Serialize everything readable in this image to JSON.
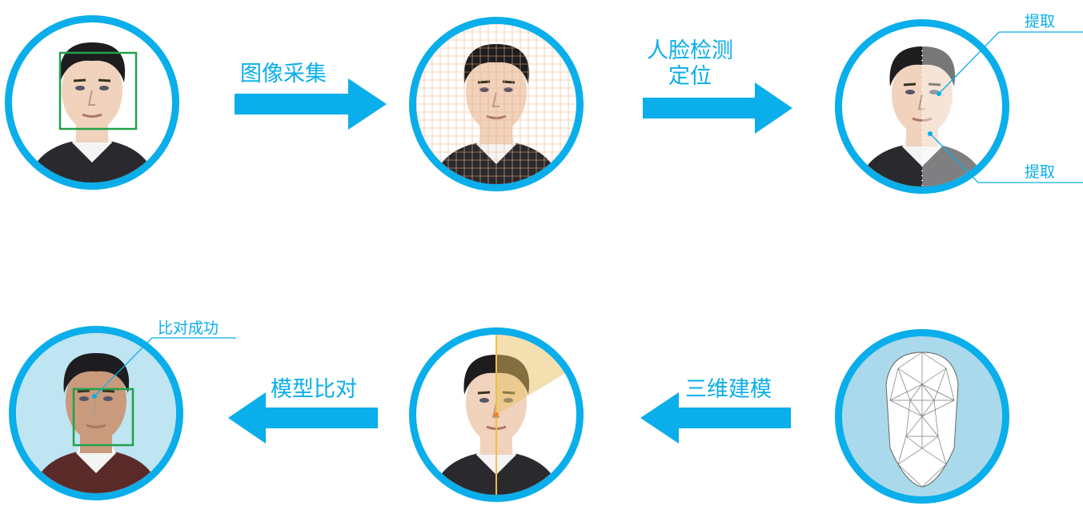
{
  "colors": {
    "accent": "#0aaeea",
    "box": "#22a04a"
  },
  "steps": {
    "capture": "图像采集",
    "detect_line1": "人脸检测",
    "detect_line2": "定位",
    "extract_top": "提取",
    "extract_bottom": "提取",
    "modeling": "三维建模",
    "compare": "模型比对",
    "success": "比对成功"
  }
}
